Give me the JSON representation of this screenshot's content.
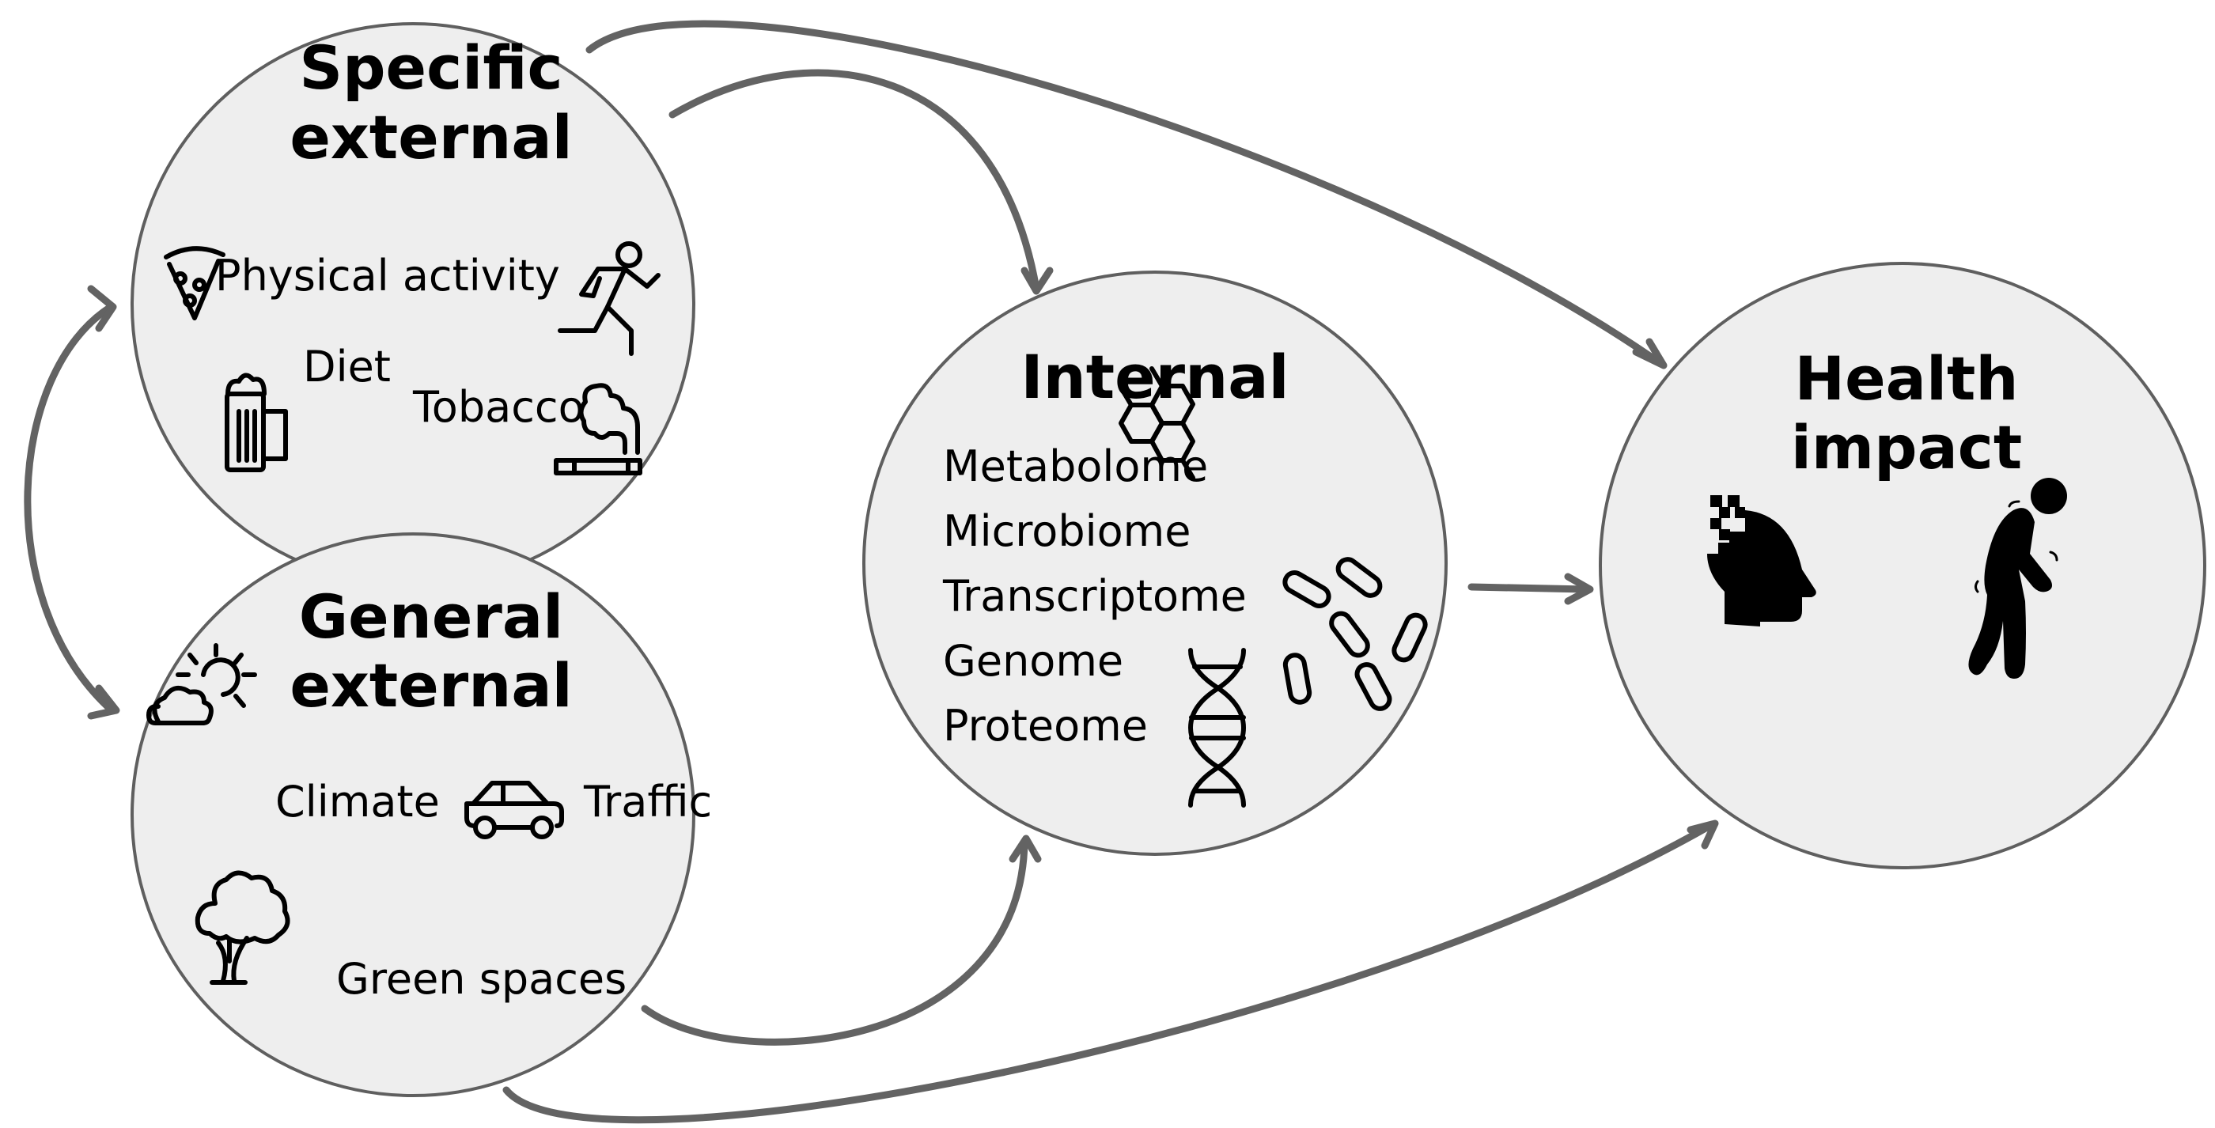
{
  "nodes": {
    "specific_external": {
      "title_line1": "Specific",
      "title_line2": "external",
      "items": [
        "Physical activity",
        "Diet",
        "Tobacco"
      ]
    },
    "general_external": {
      "title_line1": "General",
      "title_line2": "external",
      "items": [
        "Climate",
        "Traffic",
        "Green spaces"
      ]
    },
    "internal": {
      "title": "Internal",
      "items": [
        "Metabolome",
        "Microbiome",
        "Transcriptome",
        "Genome",
        "Proteome"
      ]
    },
    "health_impact": {
      "title_line1": "Health",
      "title_line2": "impact"
    }
  },
  "edges": [
    {
      "from": "specific_external",
      "to": "general_external",
      "direction": "bidirectional"
    },
    {
      "from": "specific_external",
      "to": "internal",
      "direction": "forward"
    },
    {
      "from": "specific_external",
      "to": "health_impact",
      "direction": "forward"
    },
    {
      "from": "general_external",
      "to": "internal",
      "direction": "forward"
    },
    {
      "from": "general_external",
      "to": "health_impact",
      "direction": "forward"
    },
    {
      "from": "internal",
      "to": "health_impact",
      "direction": "forward"
    }
  ],
  "colors": {
    "node_fill": "#eeeeee",
    "node_stroke": "#5f5f5f",
    "arrow": "#636363",
    "text": "#000000"
  }
}
